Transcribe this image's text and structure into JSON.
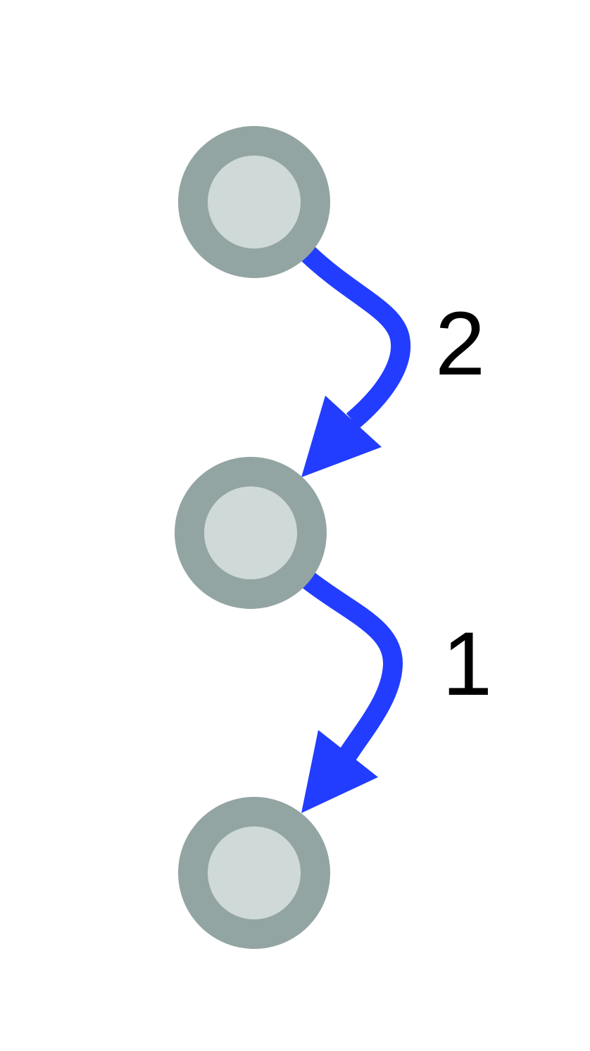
{
  "colors": {
    "edge": "#223dff",
    "node_ring": "#93a5a3",
    "node_fill": "#cfd9d7",
    "label": "#000000"
  },
  "nodes": [
    {
      "id": "node-1"
    },
    {
      "id": "node-2"
    },
    {
      "id": "node-3"
    }
  ],
  "edges": [
    {
      "from": "node-1",
      "to": "node-2",
      "label": "2"
    },
    {
      "from": "node-2",
      "to": "node-3",
      "label": "1"
    }
  ]
}
